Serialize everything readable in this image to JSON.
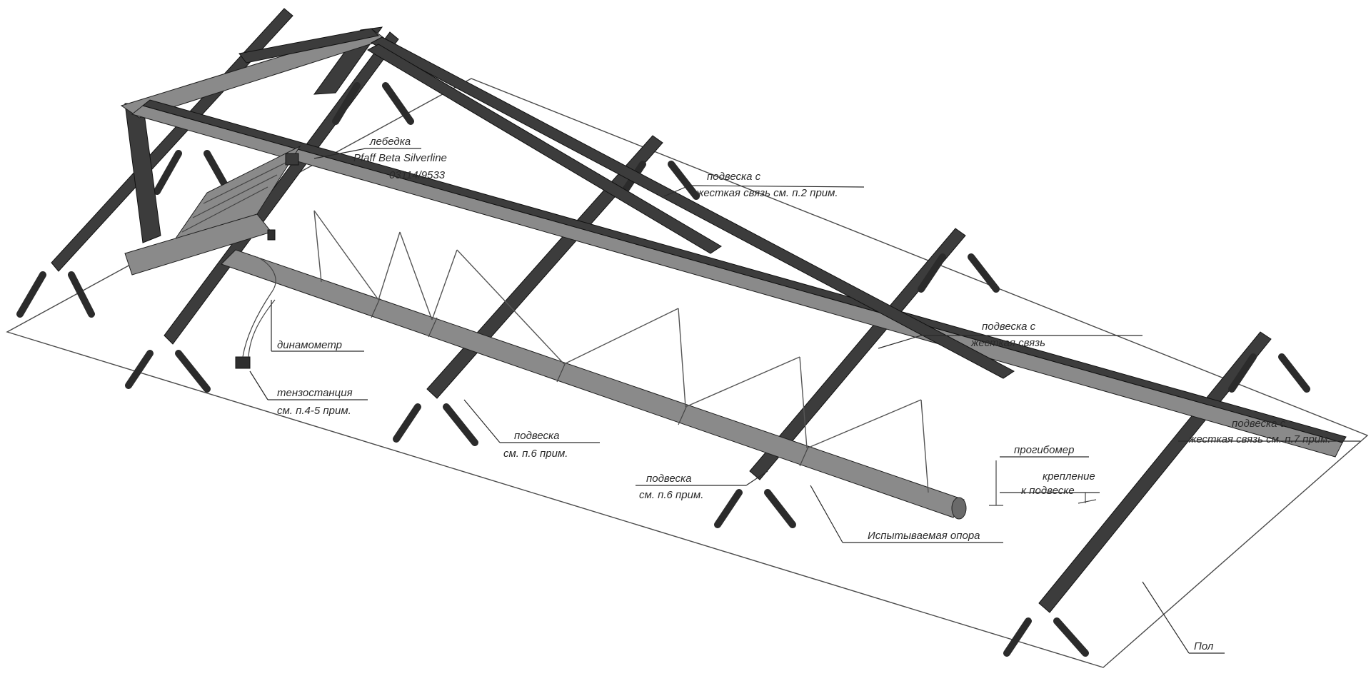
{
  "callouts": {
    "winch": [
      "лебедка",
      "Pfaff Beta Silverline",
      "03114/9533"
    ],
    "suspension_rods_top": [
      "подвеска с",
      "жесткая связь см. п.2 прим."
    ],
    "suspension_mid": [
      "подвеска с",
      "жесткая связь"
    ],
    "suspension_right": [
      "подвеска с",
      "жесткая связь см. п.7 прим."
    ],
    "dynamometer": "динамометр",
    "tensometer": [
      "тензостанция",
      "см. п.4-5 прим."
    ],
    "suspension_p6_left": [
      "подвеска",
      "см. п.6 прим."
    ],
    "suspension_p6_right": [
      "подвеска",
      "см. п.6 прим."
    ],
    "test_support": "Испытываемая опора",
    "displacement": "прогибомер",
    "load_fixture": [
      "крепление",
      "к подвеске"
    ],
    "floor": "Пол"
  },
  "colors": {
    "steel_dark": "#3c3c3c",
    "steel_mid": "#8a8a8a",
    "line": "#2a2a2a"
  }
}
